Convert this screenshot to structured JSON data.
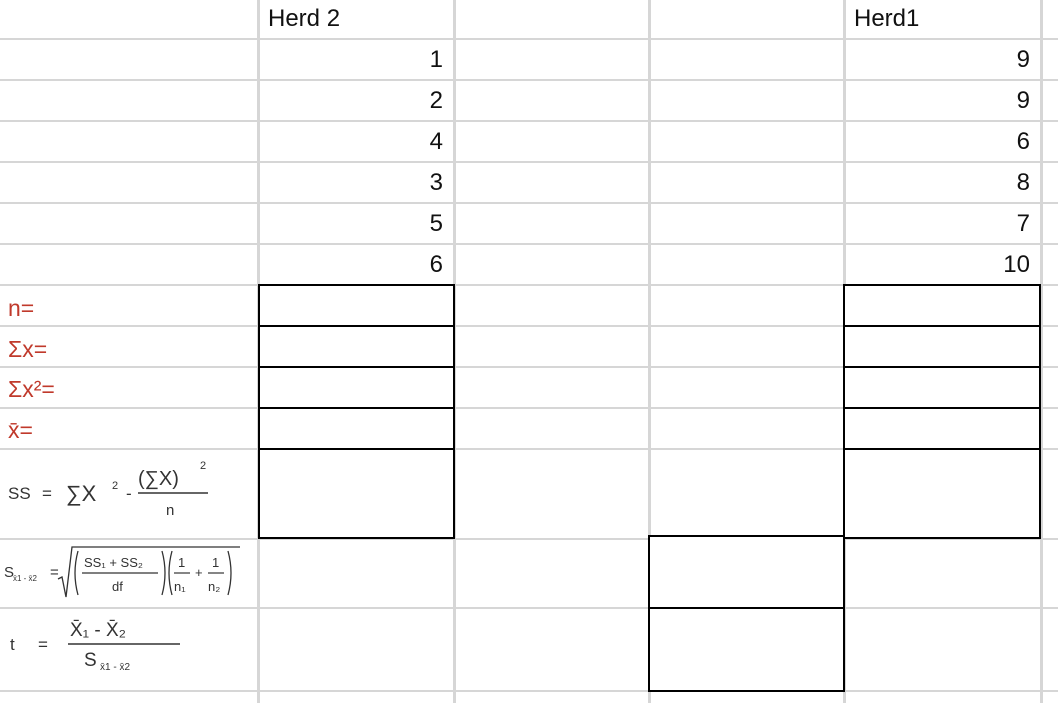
{
  "sheet": {
    "columns": [
      {
        "header": "Herd 2",
        "values": [
          "1",
          "2",
          "4",
          "3",
          "5",
          "6"
        ]
      },
      {
        "header": "Herd1",
        "values": [
          "9",
          "9",
          "6",
          "8",
          "7",
          "10"
        ]
      }
    ],
    "labels": {
      "n": "n=",
      "sum_x": "Σx=",
      "sum_x2": "Σx²=",
      "mean": "x̄="
    },
    "formulas": {
      "ss": {
        "lhs": "SS",
        "eq": "=",
        "sum": "∑X",
        "sq": "2",
        "minus": "-",
        "num": "(∑X)",
        "den": "n"
      },
      "se": {
        "lhs": "S",
        "sub": "x̄1 - x̄2",
        "eq": "=",
        "num": "SS₁ + SS₂",
        "den": "df",
        "one": "1",
        "n1": "n₁",
        "n2": "n₂",
        "plus": "+"
      },
      "t": {
        "lhs": "t",
        "eq": "=",
        "num": "X̄₁ - X̄₂",
        "den": "S",
        "densub": "x̄1 - x̄2"
      }
    },
    "colors": {
      "label_red": "#c0392b",
      "grid": "#d6d6d6",
      "box_border": "#000000"
    }
  }
}
